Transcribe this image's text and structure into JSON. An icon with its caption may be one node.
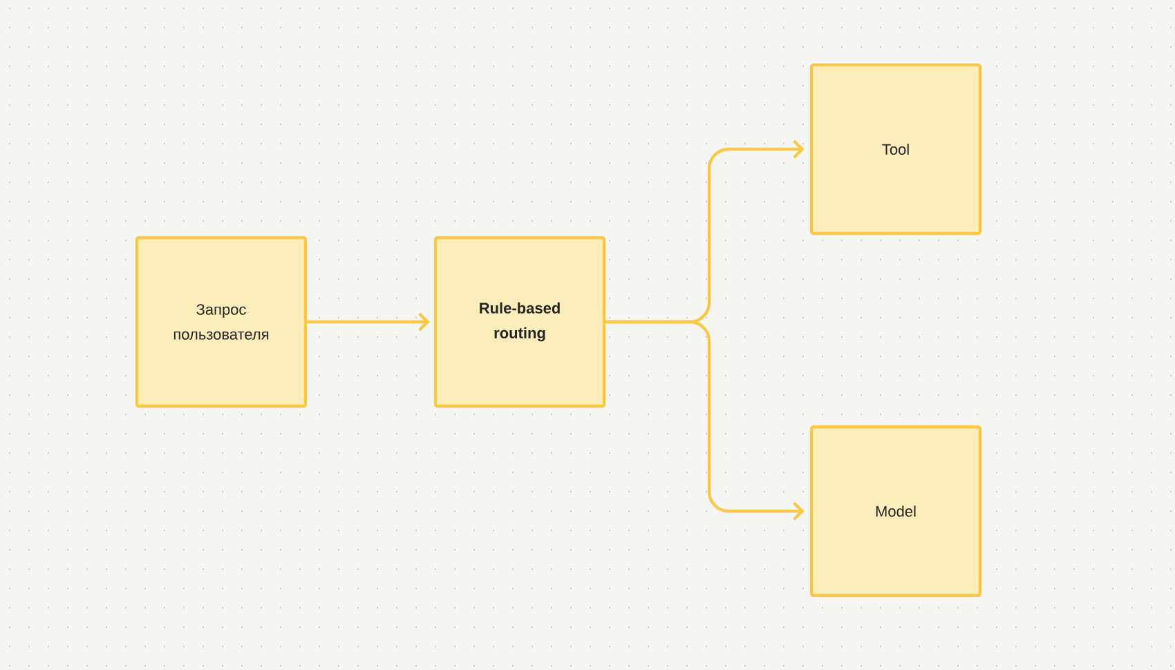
{
  "diagram": {
    "nodes": [
      {
        "text": [
          "Запрос пользователя"
        ]
      },
      {
        "text": [
          "Rule-based routing"
        ]
      },
      {
        "text": [
          "Tool"
        ]
      },
      {
        "text": [
          "Model"
        ]
      }
    ],
    "edges": [
      {
        "from": 0,
        "to": 1,
        "arrow": "to"
      },
      {
        "from": 1,
        "to": 2,
        "arrow": "to"
      },
      {
        "from": 1,
        "to": 3,
        "arrow": "to"
      }
    ]
  }
}
